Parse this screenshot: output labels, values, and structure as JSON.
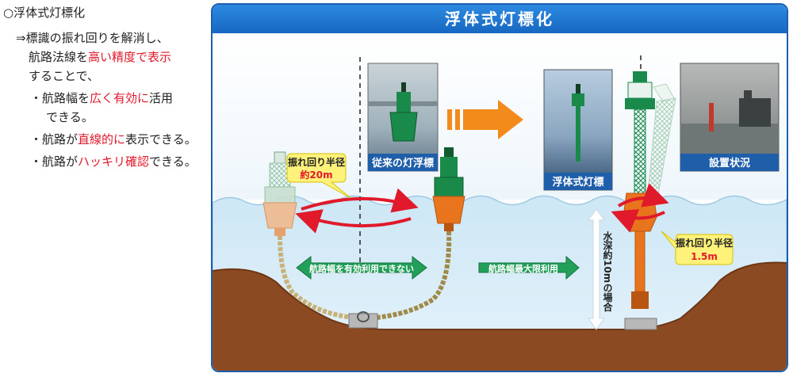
{
  "left": {
    "heading": "○浮体式灯標化",
    "arrow_line1": "⇒標識の振れ回りを解消し、",
    "arrow_line2_pre": "航路法線を",
    "arrow_line2_red": "高い精度で表示",
    "arrow_line3": "することで、",
    "b1_pre": "・航路幅を",
    "b1_red": "広く有効に",
    "b1_post": "活用",
    "b1_line2": "できる。",
    "b2_pre": "・航路が",
    "b2_red": "直線的に",
    "b2_post": "表示できる。",
    "b3_pre": "・航路が",
    "b3_red": "ハッキリ確認",
    "b3_post": "できる。"
  },
  "panel": {
    "title": "浮体式灯標化",
    "photo_old_caption": "従来の灯浮標",
    "photo_new_caption": "浮体式灯標",
    "photo_install_caption": "設置状況",
    "callout_old_line1": "振れ回り半径",
    "callout_old_line2": "約20m",
    "callout_new_line1": "振れ回り半径",
    "callout_new_line2": "1.5m",
    "arrow_bad": "航路幅を有効利用できない",
    "arrow_good": "航路幅最大限利用",
    "depth_label": "水深約10mの場合"
  },
  "colors": {
    "frame_blue": "#1d5fae",
    "accent_red": "#e0192b",
    "buoy_green": "#1a8a4a",
    "buoy_orange": "#e8741e",
    "seabed_brown": "#8b4a22",
    "water_blue": "#d6ecf7",
    "callout_yellow": "#fff27a",
    "arrow_green": "#22a05a",
    "arrow_orange": "#f28a1c"
  }
}
